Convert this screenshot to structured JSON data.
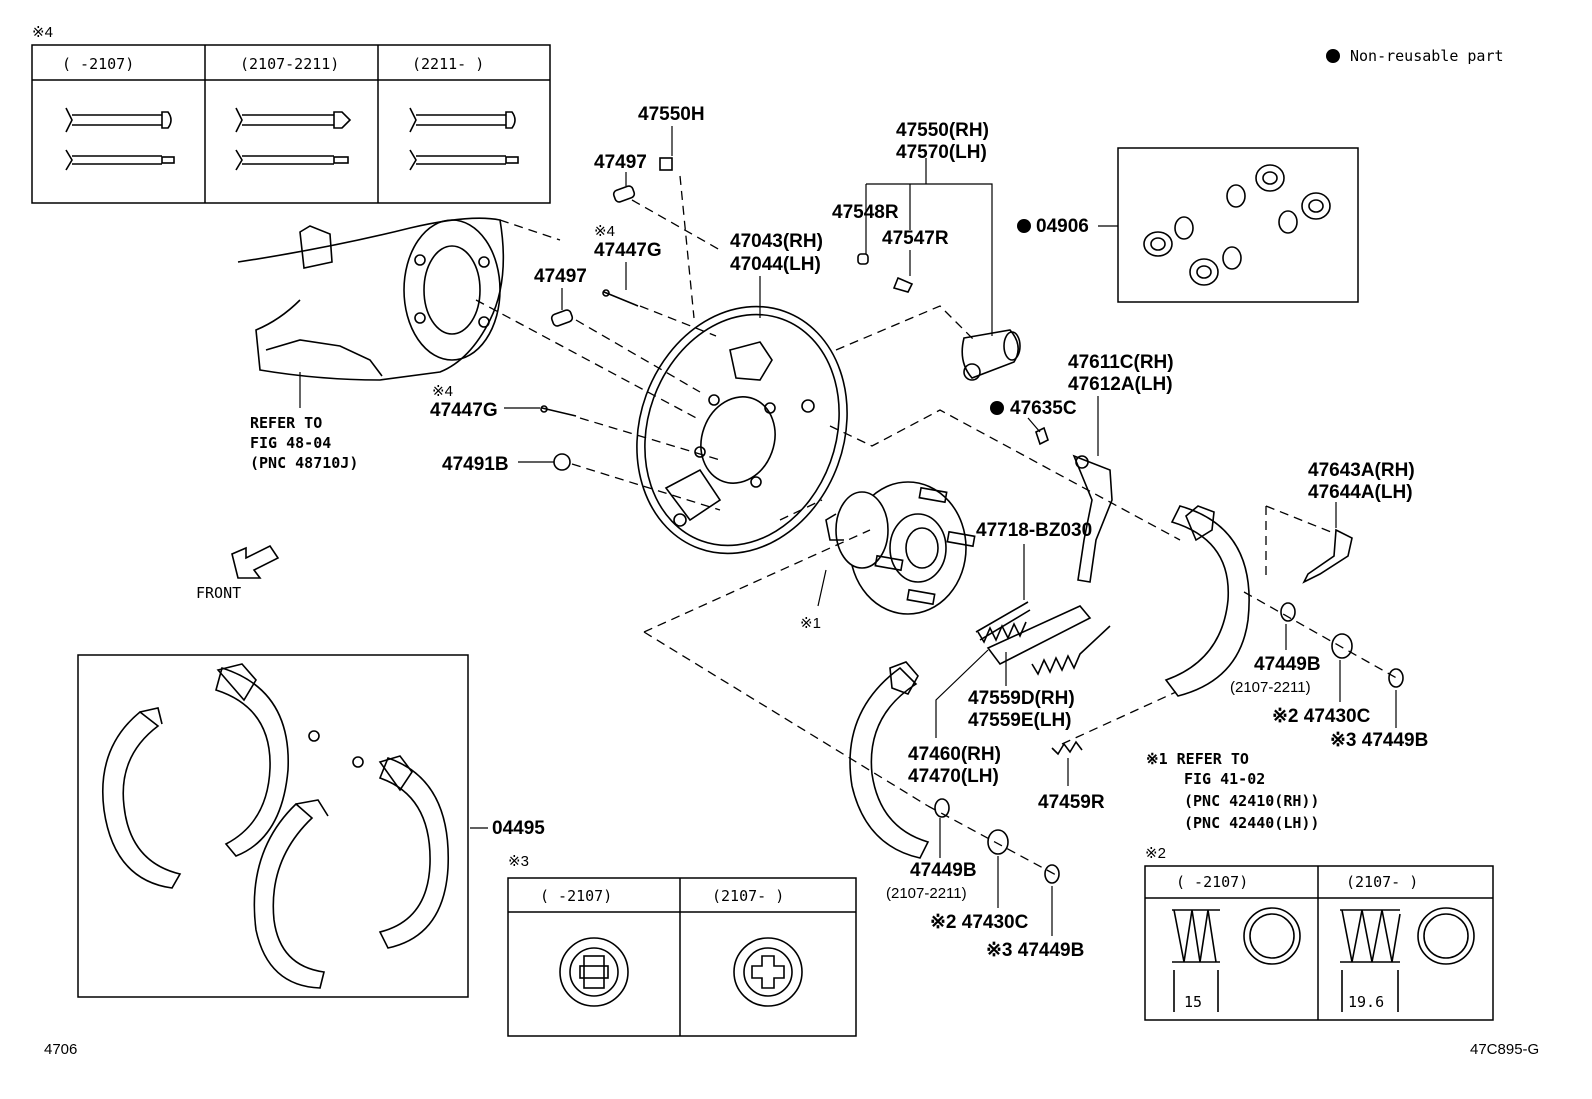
{
  "legend": {
    "marker": "●",
    "text": "Non-reusable part"
  },
  "notes": {
    "n4_marker": "※4",
    "n4_headers": [
      "(    -2107)",
      "(2107-2211)",
      "(2211-    )"
    ],
    "n3_marker": "※3",
    "n3_headers": [
      "(    -2107)",
      "(2107-    )"
    ],
    "n2_marker": "※2",
    "n2_headers": [
      "(    -2107)",
      "(2107-    )"
    ],
    "n2_dims": [
      "15",
      "19.6"
    ],
    "n1_ref": [
      "※1 REFER TO",
      "FIG 41-02",
      "(PNC 42410(RH))",
      "(PNC 42440(LH))"
    ]
  },
  "refer_48": [
    "REFER TO",
    "FIG 48-04",
    "(PNC 48710J)"
  ],
  "front": "FRONT",
  "parts": {
    "p47550H": "47550H",
    "p47497_top": "47497",
    "p47447G_top_mark": "※4",
    "p47447G_top": "47447G",
    "p47497_mid": "47497",
    "p47043": "47043(RH)",
    "p47044": "47044(LH)",
    "p47550": "47550(RH)",
    "p47570": "47570(LH)",
    "p47548R": "47548R",
    "p47547R": "47547R",
    "p04906": "04906",
    "p47447G_mid_mark": "※4",
    "p47447G_mid": "47447G",
    "p47491B": "47491B",
    "p47635C": "47635C",
    "p47611C": "47611C(RH)",
    "p47612A": "47612A(LH)",
    "p47643A": "47643A(RH)",
    "p47644A": "47644A(LH)",
    "p47718": "47718-BZ030",
    "hub_mark": "※1",
    "p47449B_r": "47449B",
    "p47449B_r_range": "(2107-2211)",
    "p47430C_r": "※2 47430C",
    "p47449B_r3": "※3 47449B",
    "p47559D": "47559D(RH)",
    "p47559E": "47559E(LH)",
    "p47460": "47460(RH)",
    "p47470": "47470(LH)",
    "p47459R": "47459R",
    "p04495": "04495",
    "p47449B_l": "47449B",
    "p47449B_l_range": "(2107-2211)",
    "p47430C_l": "※2 47430C",
    "p47449B_l3": "※3 47449B"
  },
  "footer": {
    "left": "4706",
    "right": "47C895-G"
  }
}
